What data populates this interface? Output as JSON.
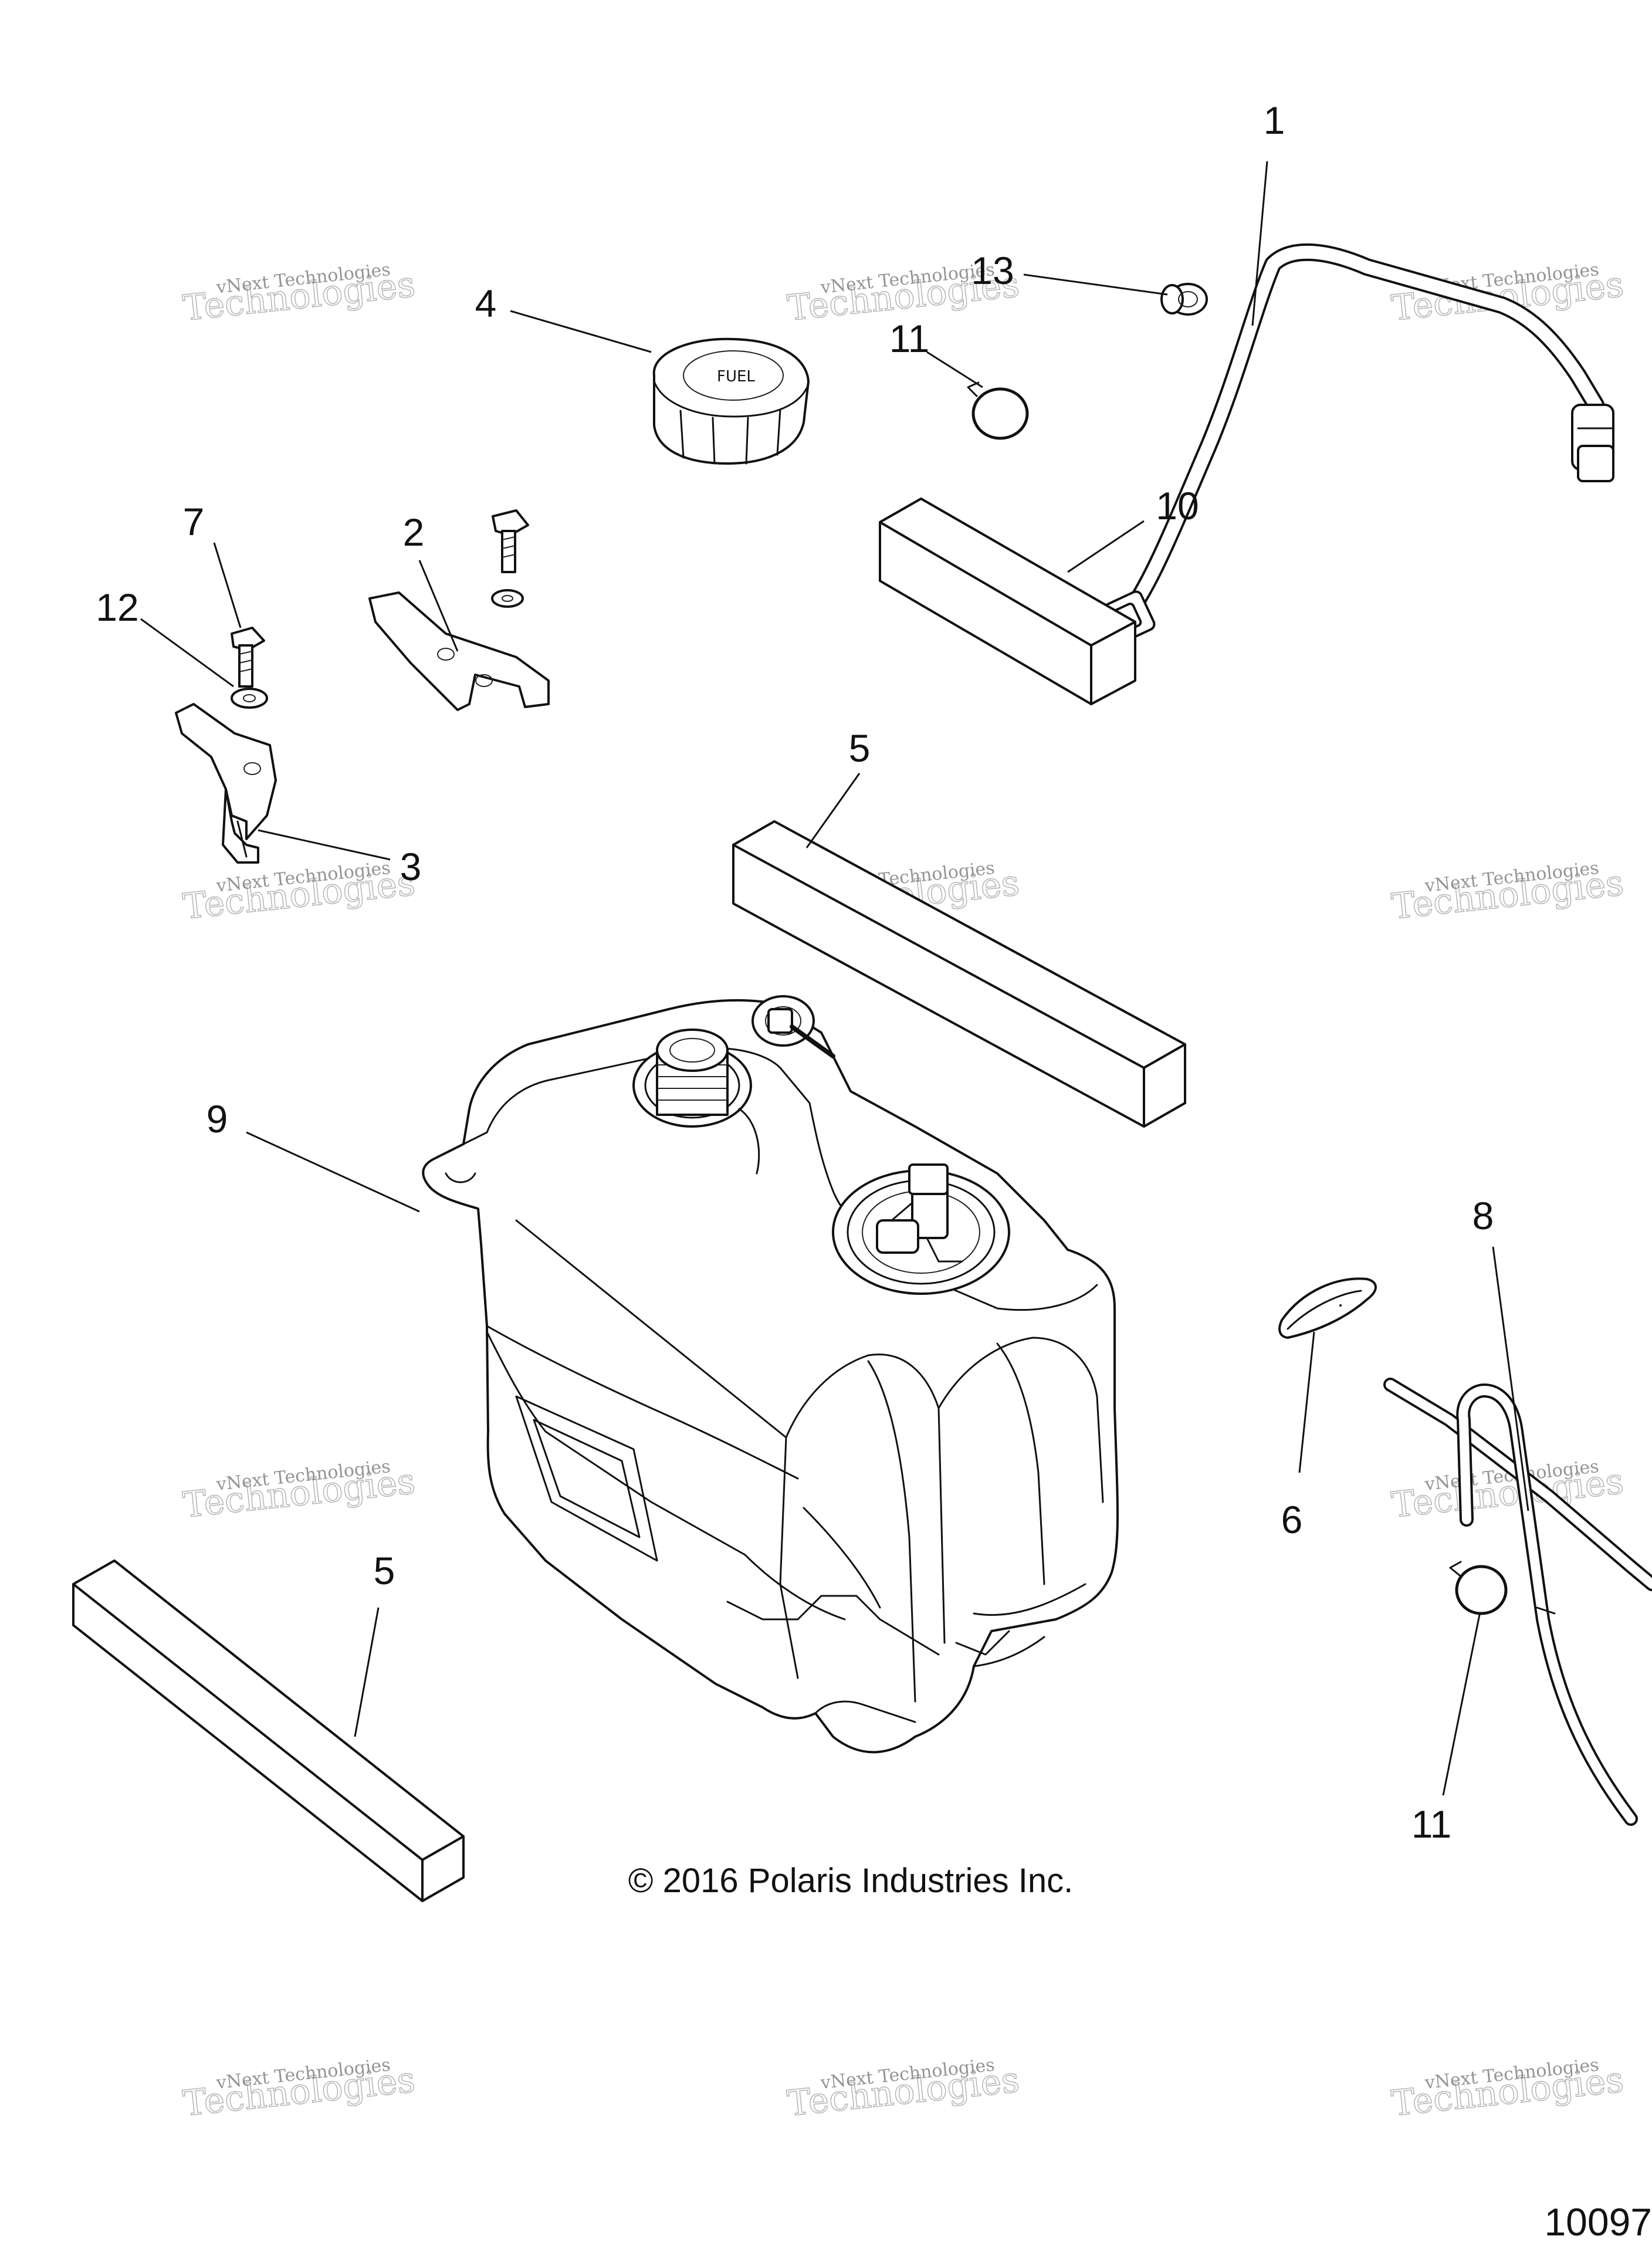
{
  "copyright": "© 2016 Polaris Industries Inc.",
  "doc_number": "10097",
  "watermark": {
    "line1": "vNext Technologies",
    "line2": "Technologies"
  },
  "callouts": [
    {
      "id": "c1",
      "label": "1"
    },
    {
      "id": "c2",
      "label": "2"
    },
    {
      "id": "c3",
      "label": "3"
    },
    {
      "id": "c4",
      "label": "4"
    },
    {
      "id": "c5a",
      "label": "5"
    },
    {
      "id": "c5b",
      "label": "5"
    },
    {
      "id": "c6",
      "label": "6"
    },
    {
      "id": "c7",
      "label": "7"
    },
    {
      "id": "c8",
      "label": "8"
    },
    {
      "id": "c9",
      "label": "9"
    },
    {
      "id": "c10",
      "label": "10"
    },
    {
      "id": "c11a",
      "label": "11"
    },
    {
      "id": "c11b",
      "label": "11"
    },
    {
      "id": "c12",
      "label": "12"
    },
    {
      "id": "c13",
      "label": "13"
    }
  ]
}
